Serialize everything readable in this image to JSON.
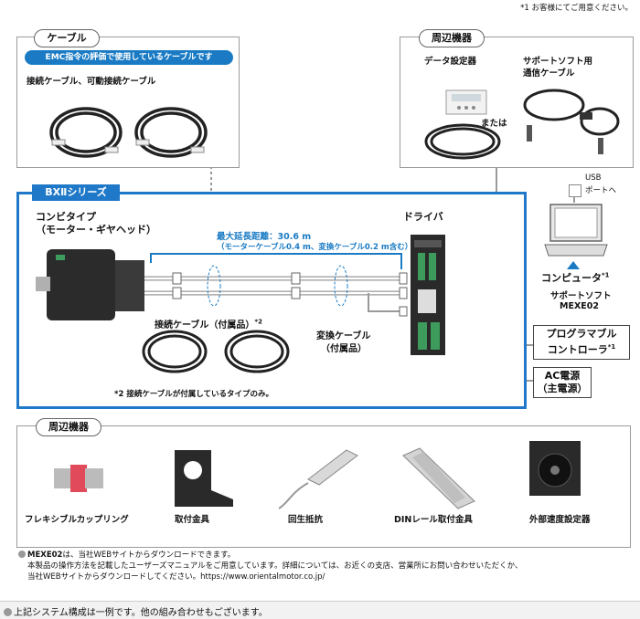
{
  "top_note": "*1 お客様にてご用意ください。",
  "cable_panel": {
    "title": "ケーブル",
    "emc_badge": "EMC指令の評価で使用しているケーブルです",
    "caption": "接続ケーブル、可動接続ケーブル"
  },
  "peripheral_top": {
    "title": "周辺機器",
    "data_setter": "データ設定器",
    "support_cable_line1": "サポートソフト用",
    "support_cable_line2": "通信ケーブル",
    "or_text": "または"
  },
  "usb": {
    "line1": "USB",
    "line2": "ポートへ"
  },
  "series_box": {
    "title": "BXⅡシリーズ",
    "combi_line1": "コンビタイプ",
    "combi_line2": "（モーター・ギヤヘッド）",
    "driver": "ドライバ",
    "max_length": "最大延長距離：30.6 m",
    "max_length_detail": "（モーターケーブル0.4 m、変換ケーブル0.2 m含む）",
    "conn_cable": "接続ケーブル（付属品）",
    "conn_cable_sup": "*2",
    "conv_cable_line1": "変換ケーブル",
    "conv_cable_line2": "（付属品）",
    "footnote2": "*2 接続ケーブルが付属しているタイプのみ。"
  },
  "computer": {
    "label": "コンピュータ",
    "sup": "*1",
    "software_line1": "サポートソフト",
    "software_line2": "MEXE02"
  },
  "plc": {
    "line1": "プログラマブル",
    "line2": "コントローラ",
    "sup": "*1"
  },
  "ac_power": {
    "line1": "AC電源",
    "line2": "（主電源）"
  },
  "peripheral_bottom": {
    "title": "周辺機器",
    "items": [
      {
        "label": "フレキシブルカップリング"
      },
      {
        "label": "取付金具"
      },
      {
        "label": "回生抵抗"
      },
      {
        "label": "DINレール取付金具"
      },
      {
        "label": "外部速度設定器"
      }
    ]
  },
  "bottom_notes": {
    "mexe_bold": "MEXE02",
    "mexe_line1": "は、当社WEBサイトからダウンロードできます。",
    "mexe_line2": "本製品の操作方法を記載したユーザーズマニュアルをご用意しています。詳細については、お近くの支店、営業所にお問い合わせいただくか、",
    "mexe_line3": "当社WEBサイトからダウンロードしてください。https://www.orientalmotor.co.jp/",
    "system_note": "上記システム構成は一例です。他の組み合わせもございます。"
  },
  "colors": {
    "accent_blue": "#1a7bc4",
    "series_border": "#1f78c8",
    "line_gray": "#9a9a9a"
  }
}
